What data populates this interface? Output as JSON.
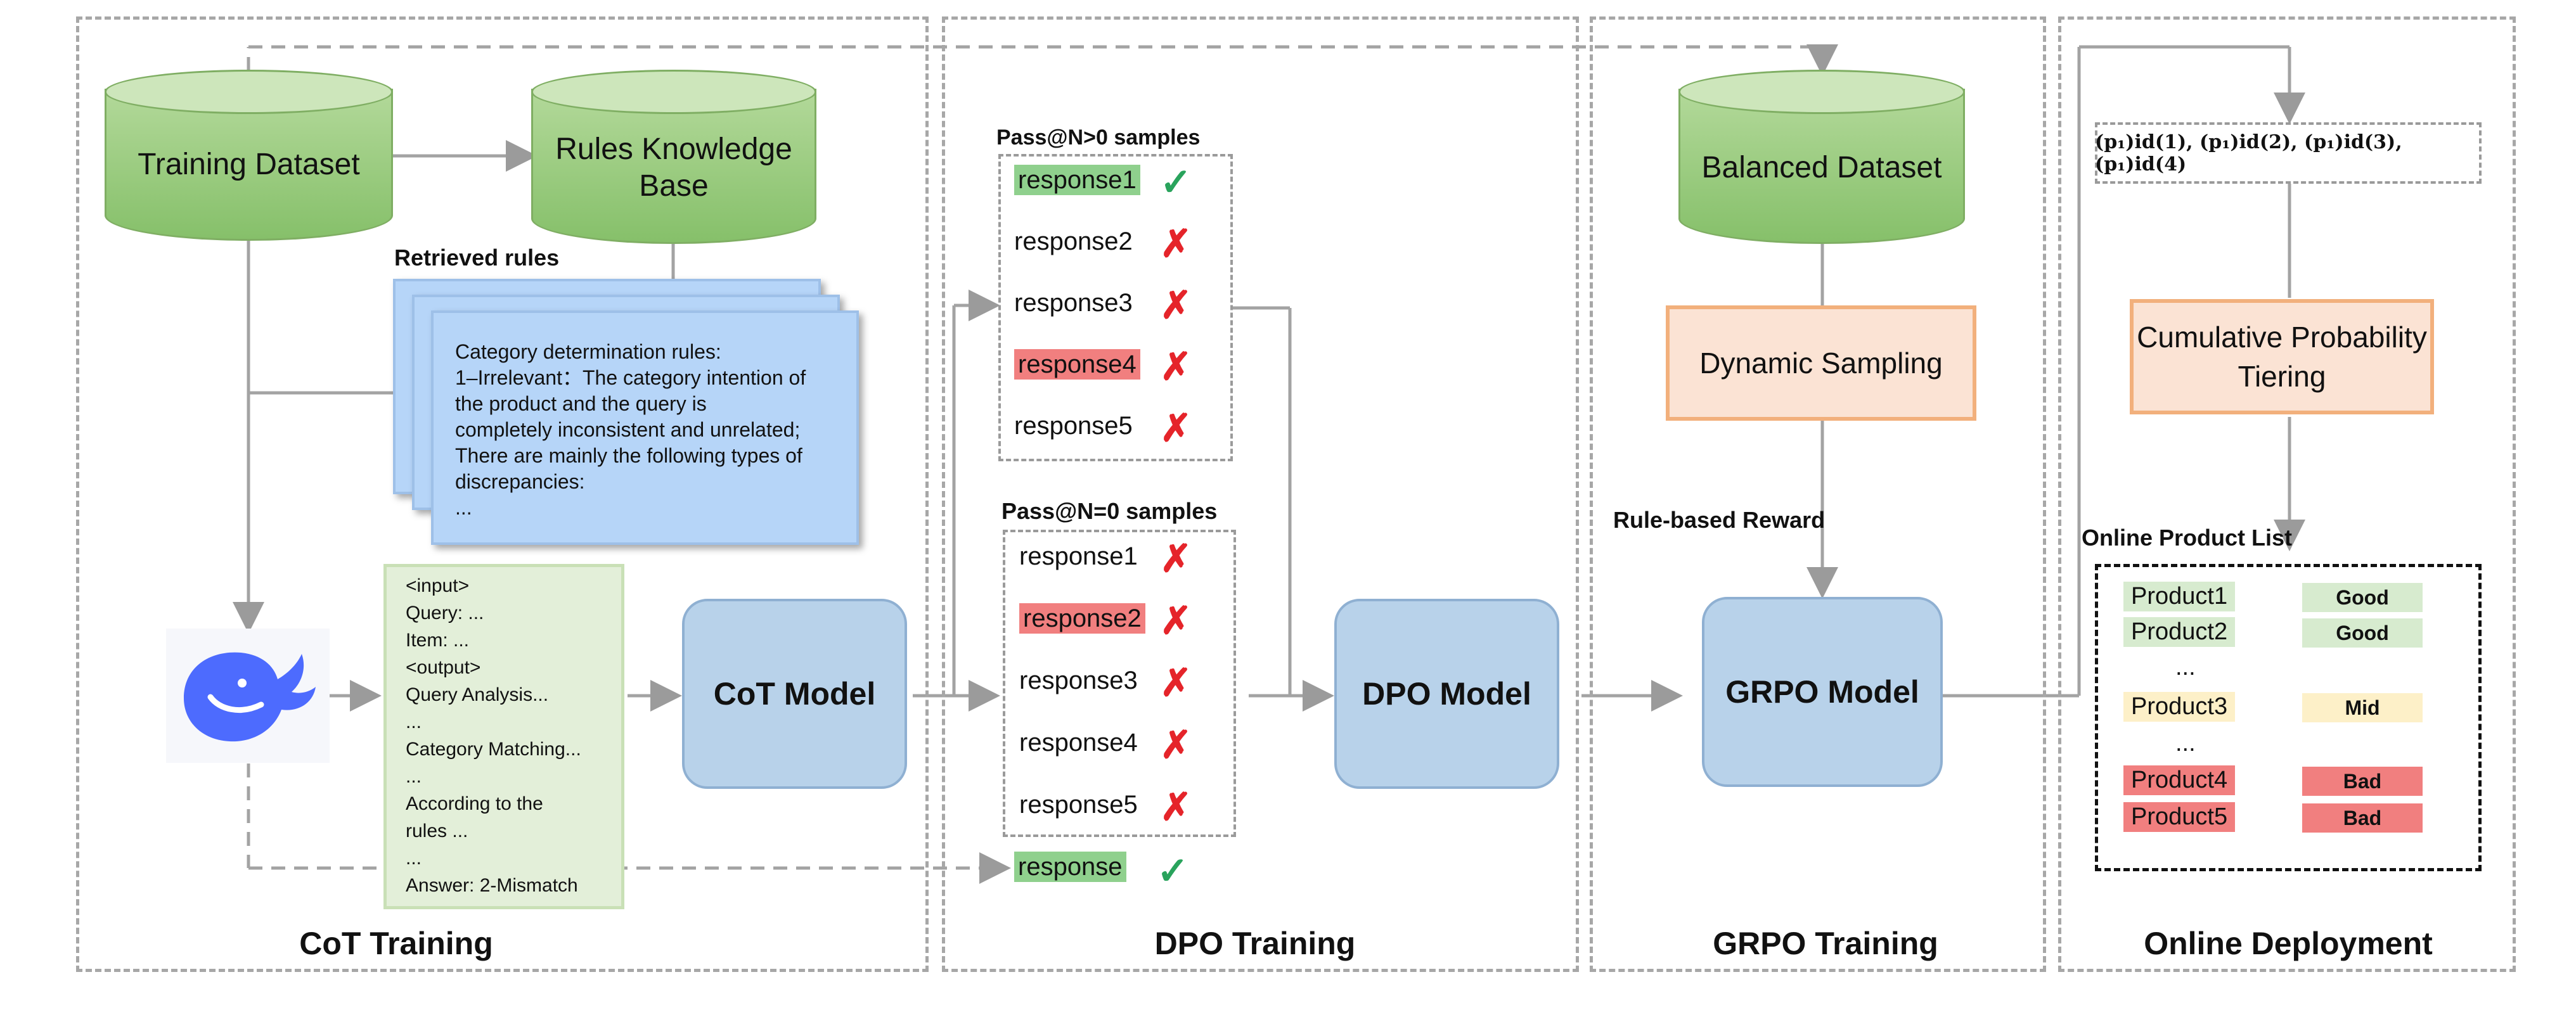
{
  "sections": {
    "cot_training": "CoT Training",
    "dpo_training": "DPO Training",
    "grpo_training": "GRPO Training",
    "online_deployment": "Online Deployment"
  },
  "cot": {
    "training_dataset": "Training Dataset",
    "rules_kb": "Rules Knowledge Base",
    "retrieved_rules_label": "Retrieved rules",
    "rules_text": [
      "Category determination rules:",
      "1–Irrelevant：The category intention of",
      "the product and the query is",
      "completely inconsistent and unrelated;",
      "There are mainly the following types of",
      "discrepancies:",
      "..."
    ],
    "cot_example": [
      "<input>",
      "Query: ...",
      "Item: ...",
      "<output>",
      "Query Analysis...",
      "...",
      "Category Matching...",
      "...",
      "According to the",
      "rules ...",
      "...",
      "Answer: 2-Mismatch"
    ],
    "model": "CoT Model"
  },
  "dpo": {
    "pass_gt0_label": "Pass@N>0 samples",
    "pass_gt0": [
      {
        "text": "response1",
        "highlight": "green",
        "mark": "check"
      },
      {
        "text": "response2",
        "highlight": "none",
        "mark": "cross"
      },
      {
        "text": "response3",
        "highlight": "none",
        "mark": "cross"
      },
      {
        "text": "response4",
        "highlight": "red",
        "mark": "cross"
      },
      {
        "text": "response5",
        "highlight": "none",
        "mark": "cross"
      }
    ],
    "pass_eq0_label": "Pass@N=0 samples",
    "pass_eq0": [
      {
        "text": "response1",
        "highlight": "none",
        "mark": "cross"
      },
      {
        "text": "response2",
        "highlight": "red",
        "mark": "cross"
      },
      {
        "text": "response3",
        "highlight": "none",
        "mark": "cross"
      },
      {
        "text": "response4",
        "highlight": "none",
        "mark": "cross"
      },
      {
        "text": "response5",
        "highlight": "none",
        "mark": "cross"
      }
    ],
    "extra_response": "response",
    "model": "DPO Model"
  },
  "grpo": {
    "dataset": "Balanced Dataset",
    "sampling": "Dynamic Sampling",
    "reward_label": "Rule-based Reward",
    "model": "GRPO Model"
  },
  "deploy": {
    "prob_formula": "(p₁)id(1), (p₁)id(2), (p₁)id(3), (p₁)id(4)",
    "tiering": "Cumulative Probability Tiering",
    "list_label": "Online Product List",
    "products": [
      {
        "name": "Product1",
        "grade": "Good"
      },
      {
        "name": "Product2",
        "grade": "Good"
      },
      {
        "name": "...",
        "grade": ""
      },
      {
        "name": "Product3",
        "grade": "Mid"
      },
      {
        "name": "...",
        "grade": ""
      },
      {
        "name": "Product4",
        "grade": "Bad"
      },
      {
        "name": "Product5",
        "grade": "Bad"
      }
    ]
  },
  "colors": {
    "good": "#d7ebcf",
    "mid": "#fdf0c8",
    "bad": "#f17f7f",
    "cross": "#e5242a",
    "check": "#29a35c"
  }
}
